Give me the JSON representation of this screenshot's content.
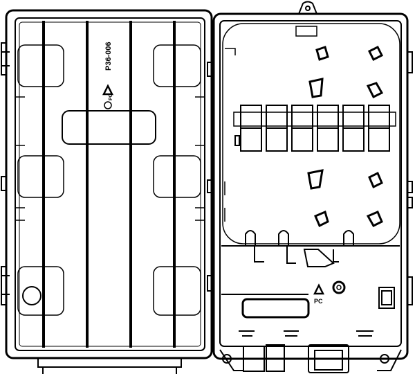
{
  "drawing": {
    "left_panel": {
      "part_number": "P36-006",
      "recycle_code": "PC"
    },
    "right_panel": {
      "recycle_code": "PC"
    }
  },
  "colors": {
    "line": "#000000",
    "background": "#ffffff"
  }
}
